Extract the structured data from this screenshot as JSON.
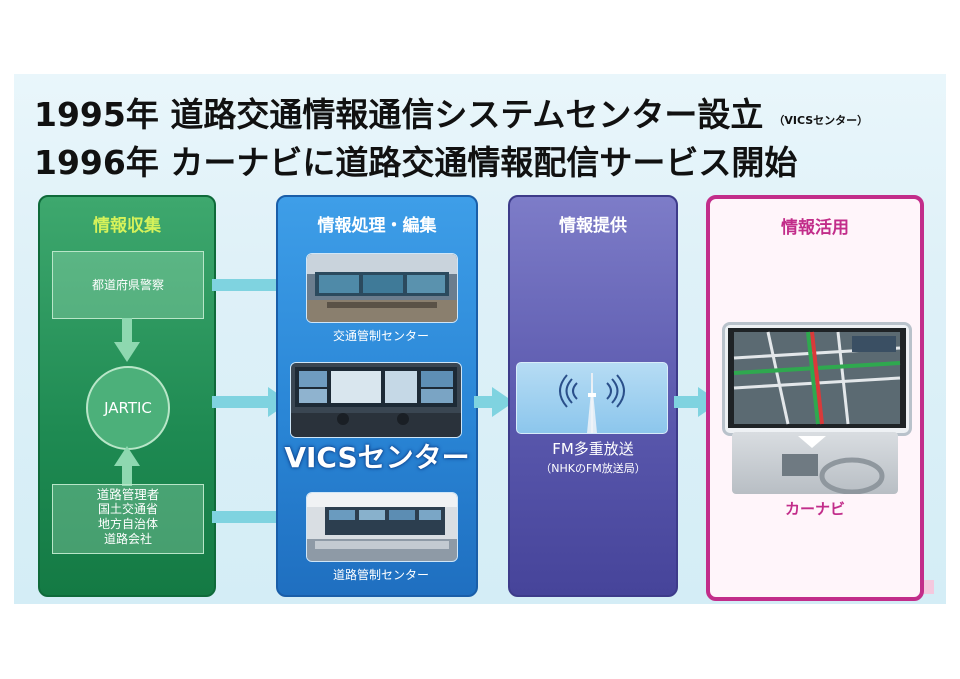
{
  "header": {
    "line1_main": "1995年 道路交通情報通信システムセンター設立",
    "line1_note": "（VICSセンター）",
    "line2": "1996年 カーナビに道路交通情報配信サービス開始"
  },
  "collect": {
    "heading": "情報収集",
    "police": "都道府県警察",
    "jartic": "JARTIC",
    "road_admin": [
      "道路管理者",
      "国土交通省",
      "地方自治体",
      "道路会社"
    ]
  },
  "process": {
    "heading": "情報処理・編集",
    "photo1_caption": "交通管制センター",
    "center_label": "VICSセンター",
    "photo3_caption": "道路管制センター"
  },
  "provide": {
    "heading": "情報提供",
    "fm_label": "FM多重放送",
    "fm_note": "（NHKのFM放送局）"
  },
  "use": {
    "heading": "情報活用",
    "carnavi_label": "カーナビ"
  },
  "colors": {
    "collect": "#1e8a52",
    "process": "#2a86d6",
    "provide": "#5a58ad",
    "use_border": "#c22d8a",
    "arrow": "#7fd3e0"
  },
  "icons": {
    "broadcast": "broadcast-tower-icon"
  }
}
